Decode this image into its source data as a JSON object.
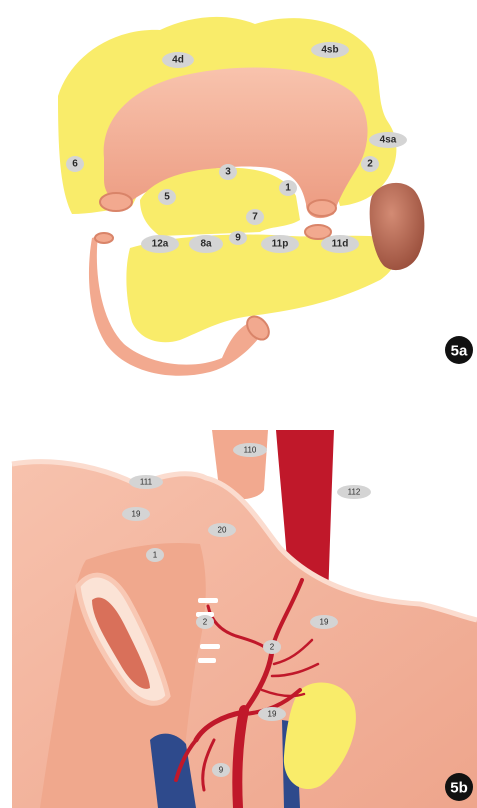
{
  "panel_a": {
    "badge": "5a",
    "stations": [
      {
        "id": "4d",
        "label": "4d"
      },
      {
        "id": "4sb",
        "label": "4sb"
      },
      {
        "id": "4sa",
        "label": "4sa"
      },
      {
        "id": "6",
        "label": "6"
      },
      {
        "id": "2",
        "label": "2"
      },
      {
        "id": "3",
        "label": "3"
      },
      {
        "id": "1",
        "label": "1"
      },
      {
        "id": "5",
        "label": "5"
      },
      {
        "id": "7",
        "label": "7"
      },
      {
        "id": "9",
        "label": "9"
      },
      {
        "id": "12a",
        "label": "12a"
      },
      {
        "id": "8a",
        "label": "8a"
      },
      {
        "id": "11p",
        "label": "11p"
      },
      {
        "id": "11d",
        "label": "11d"
      }
    ]
  },
  "panel_b": {
    "badge": "5b",
    "stations": [
      {
        "id": "110",
        "label": "110"
      },
      {
        "id": "111",
        "label": "111"
      },
      {
        "id": "112",
        "label": "112"
      },
      {
        "id": "19a",
        "label": "19"
      },
      {
        "id": "20",
        "label": "20"
      },
      {
        "id": "1",
        "label": "1"
      },
      {
        "id": "2a",
        "label": "2"
      },
      {
        "id": "2b",
        "label": "2"
      },
      {
        "id": "19b",
        "label": "19"
      },
      {
        "id": "19c",
        "label": "19"
      },
      {
        "id": "9",
        "label": "9"
      }
    ]
  },
  "colors": {
    "fat": "#f9ec6a",
    "stomach": "#f2a98f",
    "stomach_light": "#f8c6b2",
    "stomach_dark": "#d98469",
    "spleen": "#b86a55",
    "artery": "#c0182a",
    "vein": "#2e4a8c",
    "label_fill": "#d4d4d4",
    "badge": "#111111"
  }
}
